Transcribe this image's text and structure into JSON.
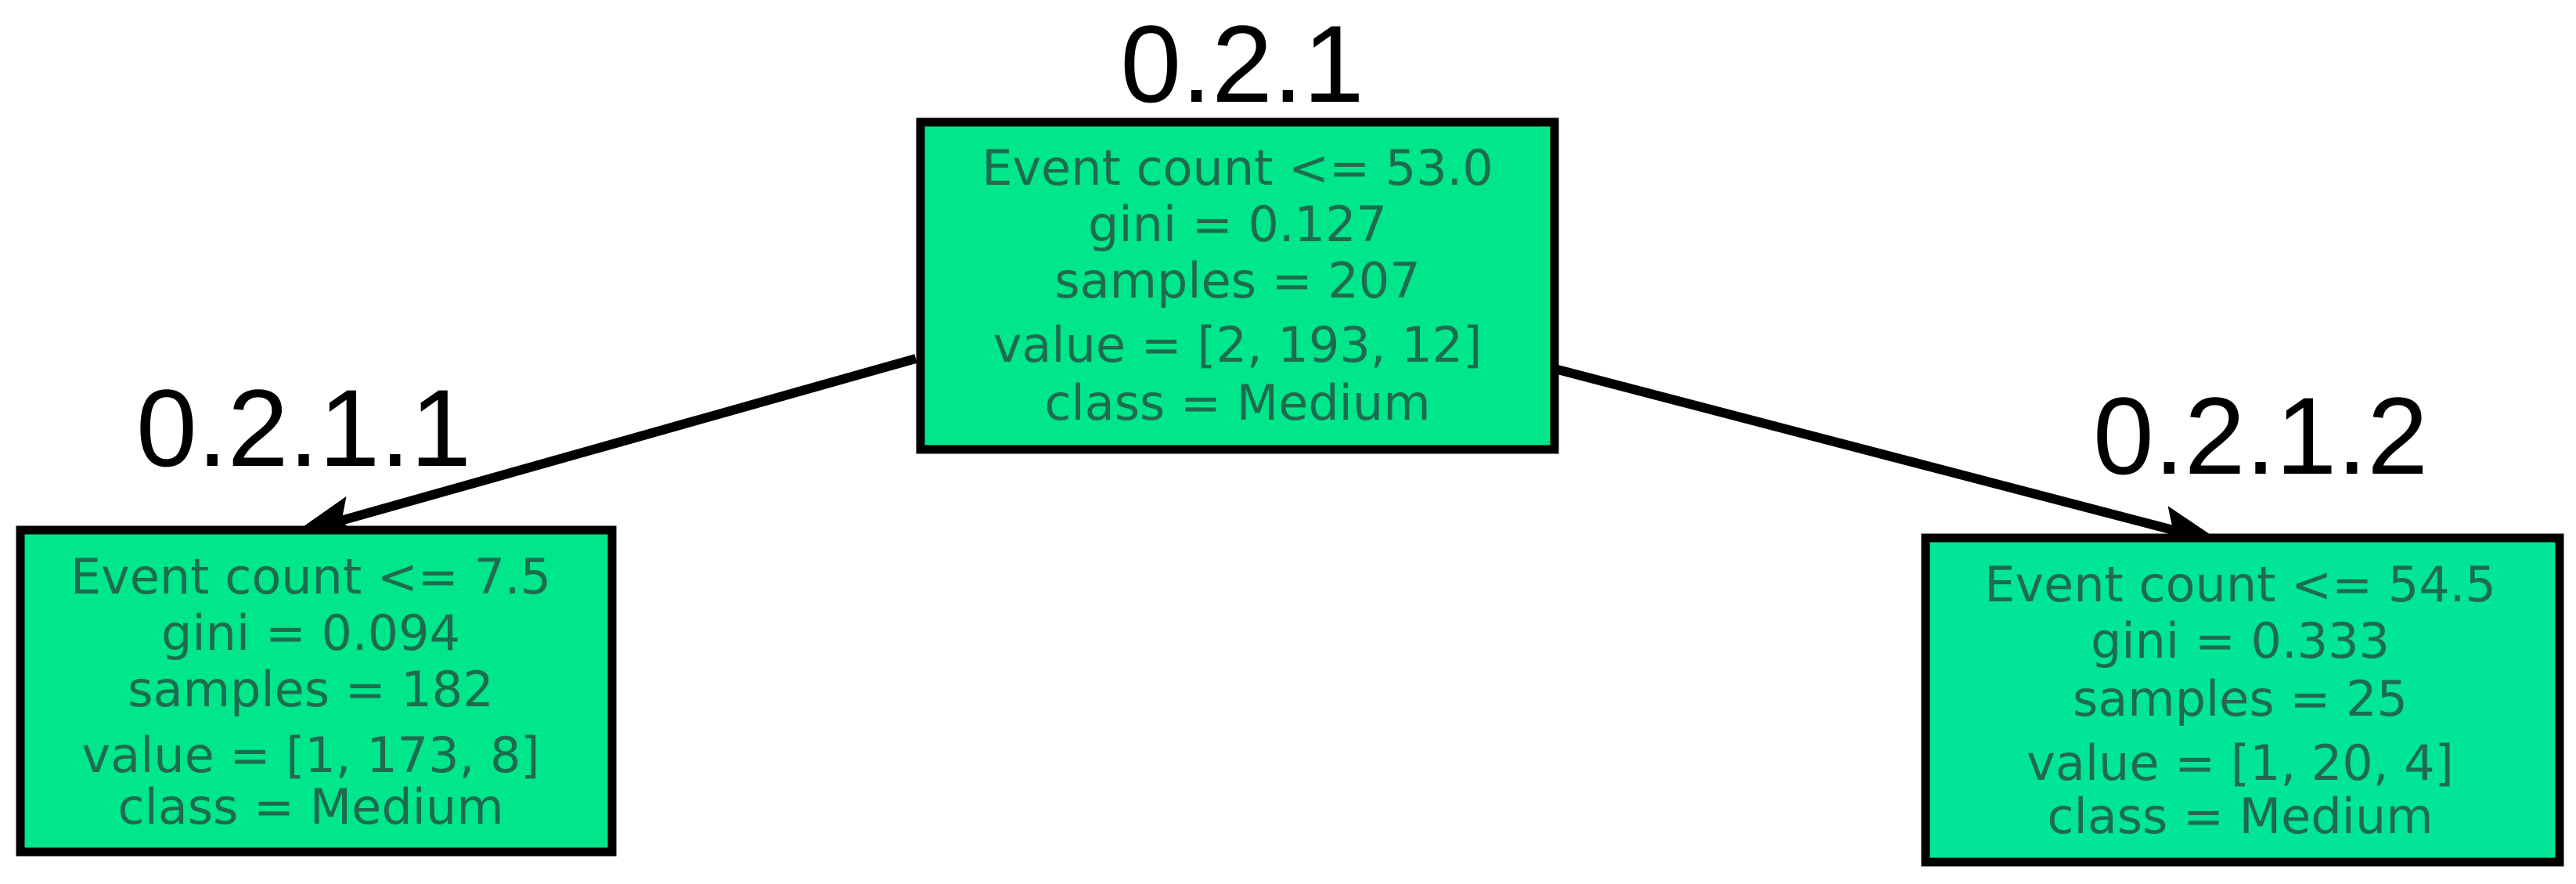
{
  "colors": {
    "root_fill": "#00E68A",
    "left_fill": "#00E68A",
    "right_fill": "#00E596",
    "text": "#1F6B4F",
    "edge": "#000000"
  },
  "nodes": [
    {
      "id": "0.2.1",
      "label": "0.2.1",
      "lines": [
        "Event count <= 53.0",
        "gini = 0.127",
        "samples = 207",
        "value = [2, 193, 12]",
        "class = Medium"
      ]
    },
    {
      "id": "0.2.1.1",
      "label": "0.2.1.1",
      "lines": [
        "Event count <= 7.5",
        "gini = 0.094",
        "samples = 182",
        "value = [1, 173, 8]",
        "class = Medium"
      ]
    },
    {
      "id": "0.2.1.2",
      "label": "0.2.1.2",
      "lines": [
        "Event count <= 54.5",
        "gini = 0.333",
        "samples = 25",
        "value = [1, 20, 4]",
        "class = Medium"
      ]
    }
  ],
  "edges": [
    {
      "from": "0.2.1",
      "to": "0.2.1.1"
    },
    {
      "from": "0.2.1",
      "to": "0.2.1.2"
    }
  ]
}
